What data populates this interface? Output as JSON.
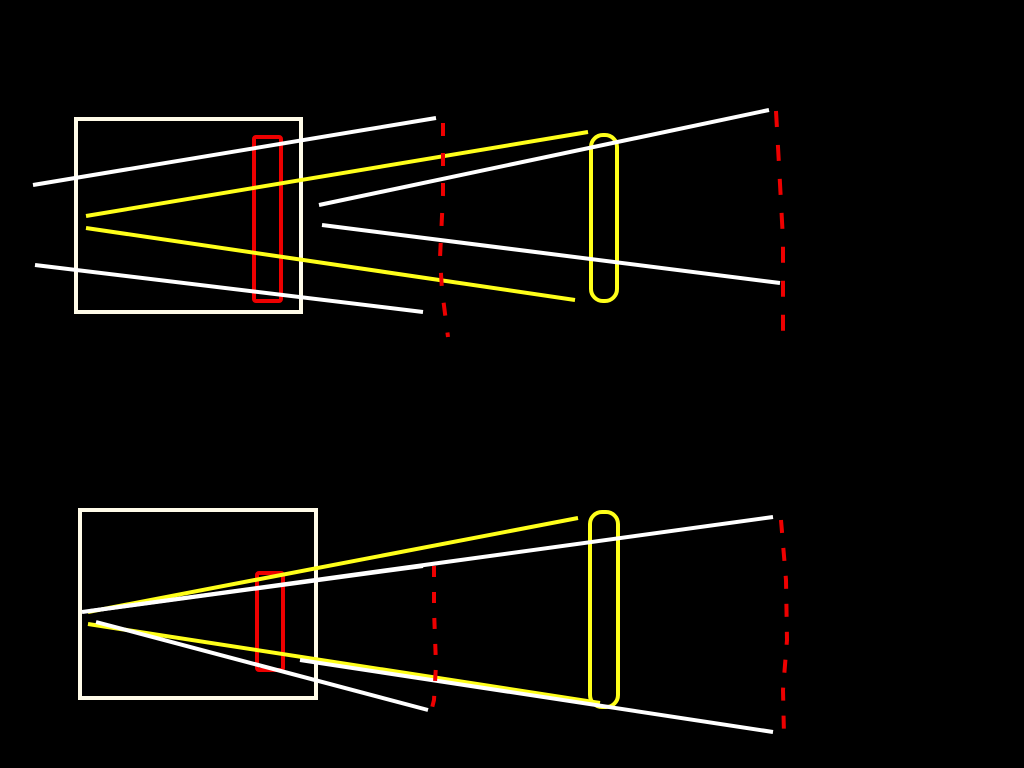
{
  "colors": {
    "background": "#000000",
    "frame": "#fffbe8",
    "ray_white": "#ffffff",
    "ray_yellow": "#ffff1a",
    "aperture_red": "#ee0000",
    "lens_yellow": "#ffff1a",
    "dashed_red": "#ee0000"
  },
  "diagrams": [
    {
      "id": "top",
      "elements": [
        "camera-frame",
        "red-aperture",
        "yellow-lens",
        "white-rays",
        "yellow-rays",
        "near-dashed-plane",
        "far-dashed-plane"
      ]
    },
    {
      "id": "bottom",
      "elements": [
        "camera-frame",
        "red-aperture",
        "yellow-lens",
        "white-rays",
        "yellow-rays",
        "near-dashed-plane",
        "far-dashed-plane"
      ]
    }
  ]
}
